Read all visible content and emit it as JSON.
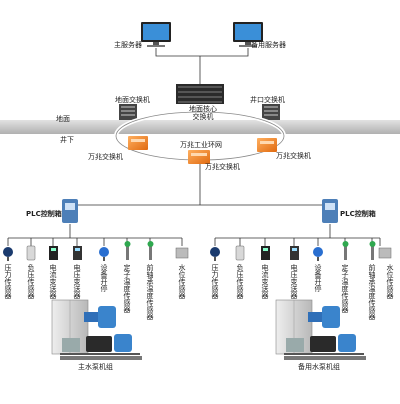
{
  "servers": {
    "main": "主服务器",
    "backup": "备用服务器"
  },
  "core_switch": "地面核心交换机",
  "ground_switch": "地面交换机",
  "wellhead_switch": "井口交换机",
  "ground_label": "地面",
  "underground_label": "井下",
  "ring_label": "万兆工业环网",
  "ring_switches": [
    "万兆交换机",
    "万兆交换机",
    "万兆交换机"
  ],
  "plc_left": "PLC控制箱",
  "plc_right": "PLC控制箱",
  "sensors_left": [
    "压力传感器",
    "负压传感器",
    "电流变送器",
    "电压变送器",
    "设备开停",
    "定子温度传感器",
    "前轴承温度传感器",
    "水位传感器"
  ],
  "sensors_right": [
    "压力传感器",
    "负压传感器",
    "电流变送器",
    "电压变送器",
    "设备开停",
    "定子温度传感器",
    "前轴承温度传感器",
    "水位传感器"
  ],
  "pump_main": "主水泵机组",
  "pump_backup": "备用水泵机组",
  "colors": {
    "line": "#333333",
    "orange": "#f08a24",
    "band": "#c8c8c8",
    "plc_blue": "#4d7fb8",
    "pump_cabinet": "#d8d8d8"
  }
}
